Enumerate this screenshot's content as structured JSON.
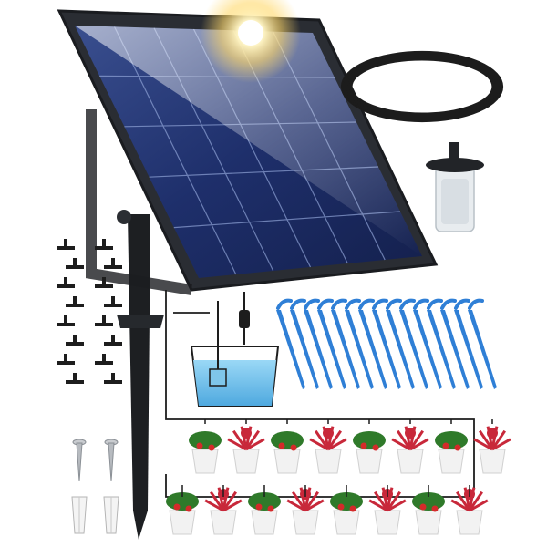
{
  "product": {
    "components": [
      "solar-panel",
      "mounting-stake",
      "tubing-coil",
      "water-filter",
      "tee-connectors",
      "screws",
      "wall-anchors",
      "water-pump",
      "water-container",
      "drip-stakes",
      "potted-plants"
    ]
  },
  "colors": {
    "panel_frame": "#2a2d33",
    "panel_cells": "#1e2f6b",
    "water": "#6ec3ee",
    "drip_stakes": "#2f7fd6",
    "tubing": "#1c1c1c",
    "flower_red": "#c8283a",
    "strawberry_leaf": "#2f7a2a",
    "pot": "#f2f2f2"
  },
  "counts": {
    "drip_stakes": 15,
    "tee_connectors": 16,
    "potted_plants": 16,
    "screws": 2,
    "wall_anchors": 2
  },
  "icons": {
    "sun": "sun-glare-icon"
  }
}
